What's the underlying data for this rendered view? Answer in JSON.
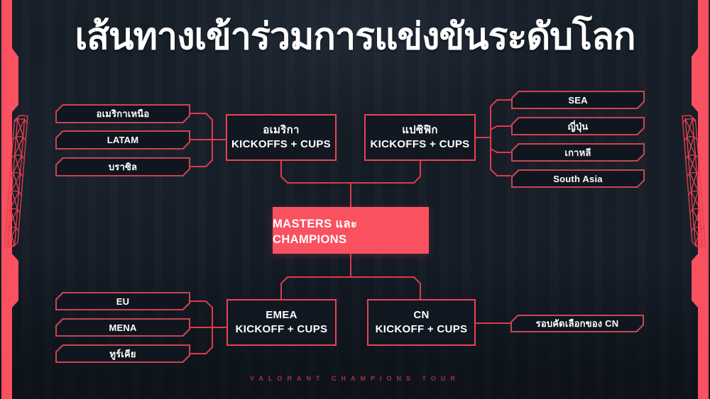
{
  "title": "เส้นทางเข้าร่วมการแข่งขันระดับโลก",
  "footer": "VALORANT CHAMPIONS TOUR",
  "colors": {
    "background": "#151c26",
    "accent_red": "#f95160",
    "connector_red": "#dd3b4b",
    "box_border_red": "#c84551",
    "hub_border_red": "#e94254",
    "box_fill": "#10161f",
    "text": "#ffffff",
    "footer_text": "#a5323f"
  },
  "diagram": {
    "americas": {
      "label_line1": "อเมริกา",
      "label_line2": "KICKOFFS + CUPS",
      "regions": [
        "อเมริกาเหนือ",
        "LATAM",
        "บราซิล"
      ]
    },
    "pacific": {
      "label_line1": "แปซิฟิก",
      "label_line2": "KICKOFFS + CUPS",
      "regions": [
        "SEA",
        "ญี่ปุ่น",
        "เกาหลี",
        "South Asia"
      ]
    },
    "center": {
      "label": "MASTERS และ CHAMPIONS"
    },
    "emea": {
      "label_line1": "EMEA",
      "label_line2": "KICKOFF + CUPS",
      "regions": [
        "EU",
        "MENA",
        "ทูร์เคีย"
      ]
    },
    "cn": {
      "label_line1": "CN",
      "label_line2": "KICKOFF + CUPS",
      "qualifier": "รอบคัดเลือกของ CN"
    }
  }
}
